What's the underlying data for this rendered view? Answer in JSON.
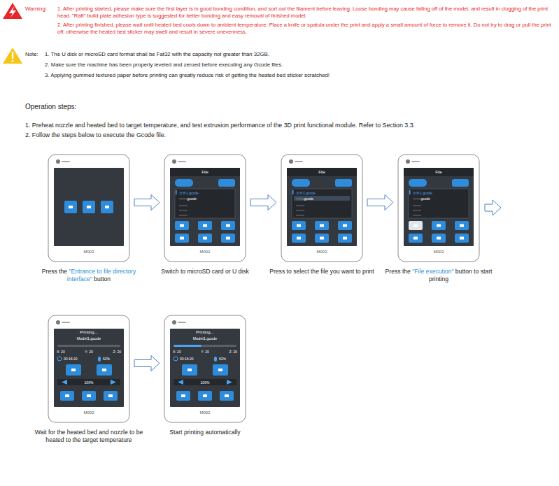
{
  "diagram": {
    "nodes": [
      {
        "text": [
          "M002",
          "Press the",
          "\"Entrance to file directory interface\"",
          "button"
        ]
      },
      {
        "text": [
          "M002",
          "Switch to microSD card or U disk"
        ]
      },
      {
        "text": [
          "M002",
          "Press to select the file you want to print"
        ]
      },
      {
        "text": [
          "M002",
          "Press the",
          "\"File execution\"",
          "button to start printing"
        ]
      },
      {
        "text": [
          "M002",
          "Wait for the heated bed and nozzle to be heated to the target temperature"
        ]
      },
      {
        "text": [
          "M002",
          "Start printing automatically"
        ]
      }
    ],
    "edges": [
      {
        "from": 0,
        "to": 1,
        "arrow": "to"
      },
      {
        "from": 1,
        "to": 2,
        "arrow": "to"
      },
      {
        "from": 2,
        "to": 3,
        "arrow": "to"
      },
      {
        "from": 4,
        "to": 5,
        "arrow": "to"
      }
    ],
    "labels": [
      "Warning:",
      "1. After printing started, please make sure the first layer is in good bonding condition, and sort out the filament before leaving. Loose bonding may cause falling off of the model, and result in clogging of the print head. \"Raft\" build plate adhesion type is suggested for better bonding and easy removal of finished model.",
      "2. After printing finished, please wait until heated bed cools down to ambient temperature. Place a knife or spatula under the print and apply a small amount of force to remove it. Do not try to drag or pull the print off, otherwise the heated bed sticker may swell and result in severe unevenness.",
      "Note:",
      "1. The U disk or microSD card format shall be Fat32 with the capacity not greater than 32GB.",
      "2. Make sure the machine has been properly leveled and zeroed before executing any Gcode files.",
      "3. Applying gummed textured paper before printing can greatly reduce risk of getting the heated bed sticker scratched!",
      "Operation steps:",
      "1. Preheat nozzle and heated bed to target temperature, and test extrusion performance of the 3D print functional module. Refer to Section 3.3.",
      "2. Follow the steps below to execute the Gcode file.",
      "File",
      "文件1.gcode",
      "——.gcode",
      "File",
      "文件1.gcode",
      "——.gcode",
      "File",
      "文件1.gcode",
      "——.gcode",
      "Printing...",
      "Model1.gcode",
      "X: 20",
      "Y: 20",
      "Z: 20",
      "00:16:20",
      "62%",
      "100%",
      "Printing...",
      "Model1.gcode",
      "X: 20",
      "Y: 20",
      "Z: 20",
      "00:16:20",
      "62%",
      "100%"
    ]
  }
}
